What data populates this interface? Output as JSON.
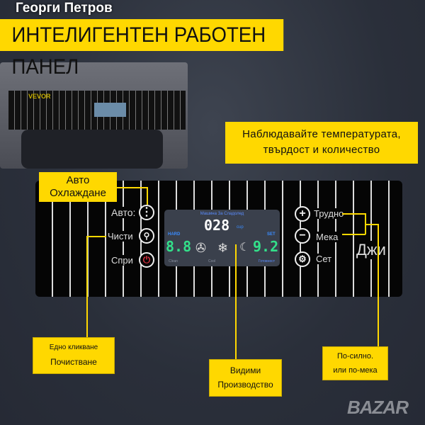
{
  "watermark": "Георги Петров",
  "banner": "ИНТЕЛИГЕНТЕН РАБОТЕН ПАНЕЛ",
  "machine": {
    "brand": "VEVOR"
  },
  "info_box": {
    "line1": "Наблюдавайте температурата,",
    "line2": "твърдост и количество"
  },
  "auto_box": {
    "line1": "Авто",
    "line2": "Охлаждане"
  },
  "panel": {
    "left_buttons": [
      {
        "label": "Авто:",
        "icon": "dots-icon"
      },
      {
        "label": "Чисти",
        "icon": "faucet-icon"
      },
      {
        "label": "Спри",
        "icon": "power-icon"
      }
    ],
    "right_buttons": [
      {
        "label": "Трудно",
        "icon": "plus-icon"
      },
      {
        "label": "Мека",
        "icon": "minus-icon"
      },
      {
        "label": "Сет",
        "icon": "gear-icon"
      }
    ],
    "brand": "Джи",
    "display": {
      "title": "Машина За Сладолед",
      "count": "028",
      "count_unit": "cup",
      "hard_label": "HARD",
      "hard_value": "8.8",
      "set_label": "SET",
      "set_value": "9.2",
      "clean": "Clean",
      "cool": "Cool",
      "ready": "Готовност"
    }
  },
  "callouts": {
    "clean": {
      "line1": "Едно кликване",
      "line2": "Почистване"
    },
    "production": {
      "line1": "Видими",
      "line2": "Производство"
    },
    "hardness": {
      "line1": "По-силно.",
      "line2": "или по-мека"
    }
  },
  "logo": "BAZAR",
  "colors": {
    "accent": "#ffd800",
    "digits": "#33e08a",
    "blue": "#3a8cff"
  }
}
